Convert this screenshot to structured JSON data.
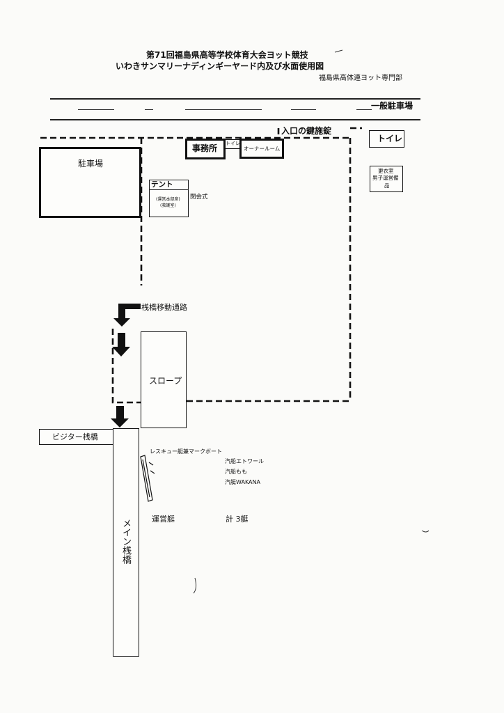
{
  "header": {
    "title_line1": "第71回福島県高等学校体育大会ヨット競技",
    "title_line2": "いわきサンマリーナディンギーヤード内及び水面使用図",
    "organizer": "福島県高体連ヨット専門部"
  },
  "labels": {
    "general_parking": "一般駐車場",
    "gate": "入口の鍵施錠",
    "toilet_right": "トイレ",
    "office": "事務所",
    "toilet_small": "トイレ",
    "owner_room": "オーナールーム",
    "parking": "駐車場",
    "tent": "テント",
    "tent_sub1": "(運営本部席)",
    "tent_sub2": "(救護室)",
    "closing": "閉会式",
    "changing_room_1": "更衣室",
    "changing_room_2": "男子運営備",
    "changing_room_3": "品",
    "pier_route": "桟橋移動通路",
    "slope": "スロープ",
    "visitor_pier": "ビジター桟橋",
    "main_pier": "メイン桟橋",
    "rescue": "レスキュー艇兼マークボート",
    "boat1": "汽船エトワール",
    "boat2": "汽船もも",
    "boat3": "汽艇WAKANA",
    "ops_boat": "運営艇",
    "total": "計 3艇"
  }
}
